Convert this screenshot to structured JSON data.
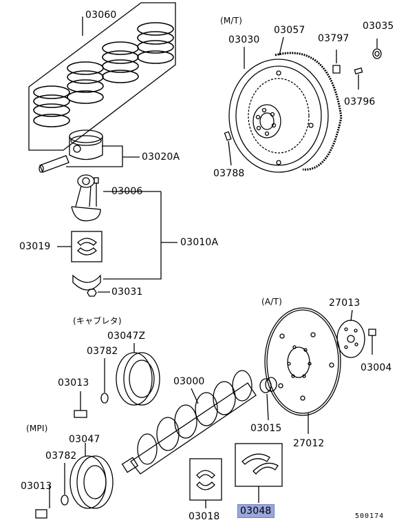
{
  "diagram": {
    "parts": {
      "p03060": "03060",
      "p03030": "03030",
      "p03057": "03057",
      "p03797": "03797",
      "p03035": "03035",
      "p03796": "03796",
      "p03020A": "03020A",
      "p03788": "03788",
      "p03006": "03006",
      "p03019": "03019",
      "p03010A": "03010A",
      "p03031": "03031",
      "p27013": "27013",
      "p03004": "03004",
      "p03047Z": "03047Z",
      "p03782a": "03782",
      "p03013a": "03013",
      "p03000": "03000",
      "p03015": "03015",
      "p27012": "27012",
      "p03047": "03047",
      "p03782b": "03782",
      "p03013b": "03013",
      "p03018": "03018",
      "p03048": "03048"
    },
    "variants": {
      "mt": "(M/T)",
      "at": "(A/T)",
      "carb": "(キャブレタ)",
      "mpi": "(MPI)"
    },
    "diagram_code": "500174",
    "highlight_color": "#9aa6dc"
  }
}
